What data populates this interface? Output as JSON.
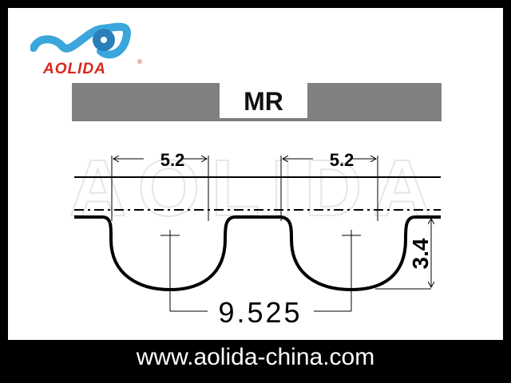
{
  "logo": {
    "brand": "AOLIDA",
    "registered": "®",
    "brand_color": "#d9251c",
    "icon_color": "#3aa6dc"
  },
  "header": {
    "model": "MR",
    "bar_color": "#808080"
  },
  "dimensions": {
    "tooth_width_left": "5.2",
    "tooth_width_right": "5.2",
    "pitch": "9.525",
    "height": "3.4"
  },
  "watermark": "AOLIDA",
  "footer": {
    "url": "www.aolida-china.com"
  }
}
